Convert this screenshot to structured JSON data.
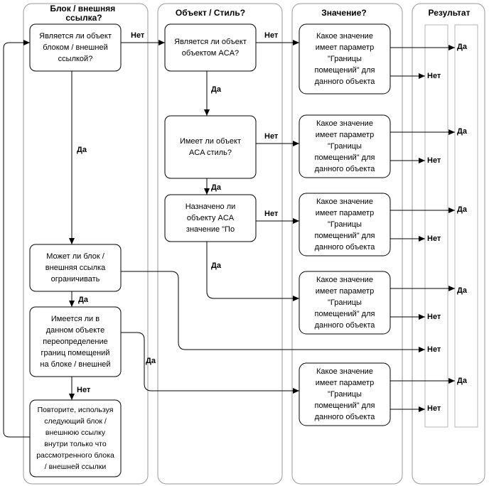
{
  "lanes": {
    "block": "Блок / внешняя\nссылка?",
    "object": "Объект / Стиль?",
    "value": "Значение?",
    "result": "Результат"
  },
  "nodes": {
    "q_block": "Является ли объект\nблоком / внешней\nссылкой?",
    "q_aca_object": "Является ли объект\nобъектом ACA?",
    "q_aca_style": "Имеет ли объект\nACA стиль?",
    "q_assigned": "Назначено ли\nобъекту ACA\nзначение \"По",
    "q_can_bound": "Может ли блок /\nвнешняя ссылка\nограничивать",
    "q_override": "Имеется ли в\nданном объекте\nпереопределение\nграниц помещений\nна блоке / внешней",
    "repeat": "Повторите, используя\nследующий блок /\nвнешнюю ссылку\nвнутри только что\nрассмотренного блока\n/ внешней ссылки",
    "value_1": "Какое значение\nимеет параметр\n\"Границы\nпомещений\" для\nданного объекта",
    "value_2": "Какое значение\nимеет параметр\n\"Границы\nпомещений\" для\nданного объекта",
    "value_3": "Какое значение\nимеет параметр\n\"Границы\nпомещений\" для\nданного объекта",
    "value_4": "Какое значение\nимеет параметр\n\"Границы\nпомещений\" для\nданного объекта",
    "value_5": "Какое значение\nимеет параметр\n\"Границы\nпомещений\" для\nданного объекта"
  },
  "labels": {
    "no": "Нет",
    "yes": "Да"
  }
}
